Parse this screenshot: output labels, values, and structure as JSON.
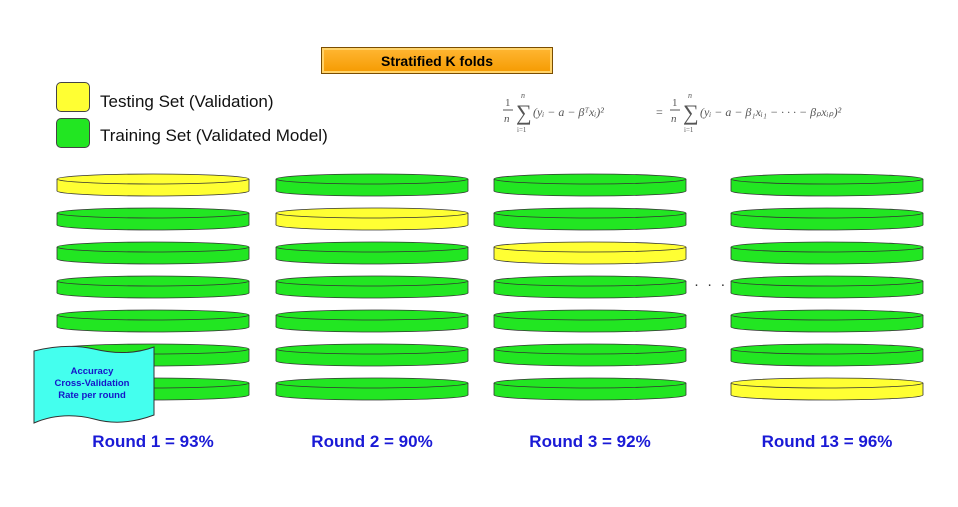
{
  "title": "Stratified K folds",
  "legend": {
    "testing": {
      "label": "Testing Set (Validation)",
      "color": "#ffff33"
    },
    "training": {
      "label": "Training Set (Validated Model)",
      "color": "#22e622"
    }
  },
  "formula": {
    "frac_top": "1",
    "frac_bottom": "n",
    "sum_top": "n",
    "sum_bottom": "i=1",
    "lhs_body": "(yᵢ − a − βᵀxᵢ)²",
    "equals": "=",
    "rhs_body": "(yᵢ − a − β₁xᵢ₁ − · · · − βₚxᵢₚ)²"
  },
  "folds_per_round": 7,
  "rounds": [
    {
      "label": "Round 1 = 93%",
      "test_fold": 1,
      "accuracy_percent": 93
    },
    {
      "label": "Round 2 = 90%",
      "test_fold": 2,
      "accuracy_percent": 90
    },
    {
      "label": "Round 3 = 92%",
      "test_fold": 3,
      "accuracy_percent": 92
    },
    {
      "label": "Round 13 = 96%",
      "test_fold": 7,
      "accuracy_percent": 96
    }
  ],
  "ellipsis": "· · ·",
  "callout": {
    "lines": [
      "Accuracy",
      "Cross-Validation",
      "Rate per round"
    ],
    "color": "#44ffee"
  }
}
